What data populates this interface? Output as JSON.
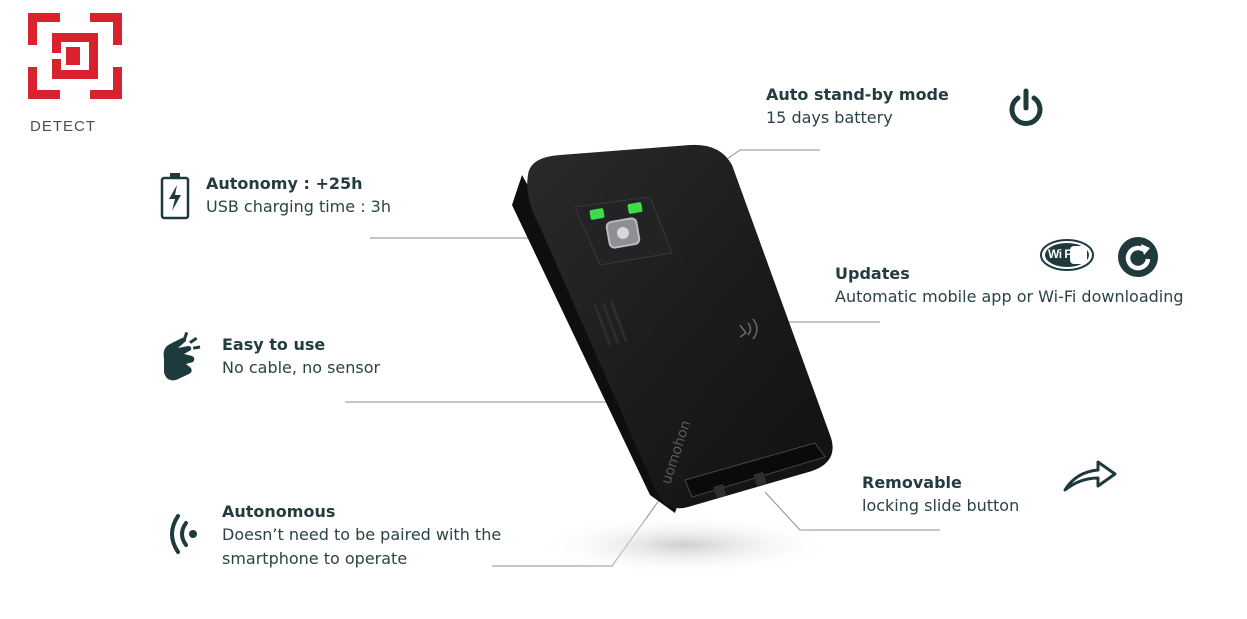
{
  "brand": {
    "logo_label": "DETECT",
    "accent_color": "#d8232f"
  },
  "features": {
    "standby": {
      "title": "Auto stand-by mode",
      "desc": "15 days battery",
      "icon": "power-icon"
    },
    "autonomy": {
      "title": "Autonomy : +25h",
      "desc": "USB charging time : 3h",
      "icon": "battery-icon"
    },
    "updates": {
      "title": "Updates",
      "desc": "Automatic mobile app or Wi-Fi downloading",
      "icons": [
        "wifi-logo-icon",
        "refresh-icon"
      ],
      "wifi_text": "Wi Fi"
    },
    "easy": {
      "title": "Easy to use",
      "desc": "No cable, no sensor",
      "icon": "snap-fingers-icon"
    },
    "autonomous": {
      "title": "Autonomous",
      "desc_line1": "Doesn’t need to be paired with the",
      "desc_line2": "smartphone to operate",
      "icon": "signal-waves-icon"
    },
    "removable": {
      "title": "Removable",
      "desc": "locking slide button",
      "icon": "arrow-forward-icon"
    }
  },
  "device": {
    "brand_text": "uomohon"
  },
  "colors": {
    "text_dark": "#1f3a3d",
    "device_body": "#1c1c1e",
    "led_green": "#3ddc4b"
  }
}
